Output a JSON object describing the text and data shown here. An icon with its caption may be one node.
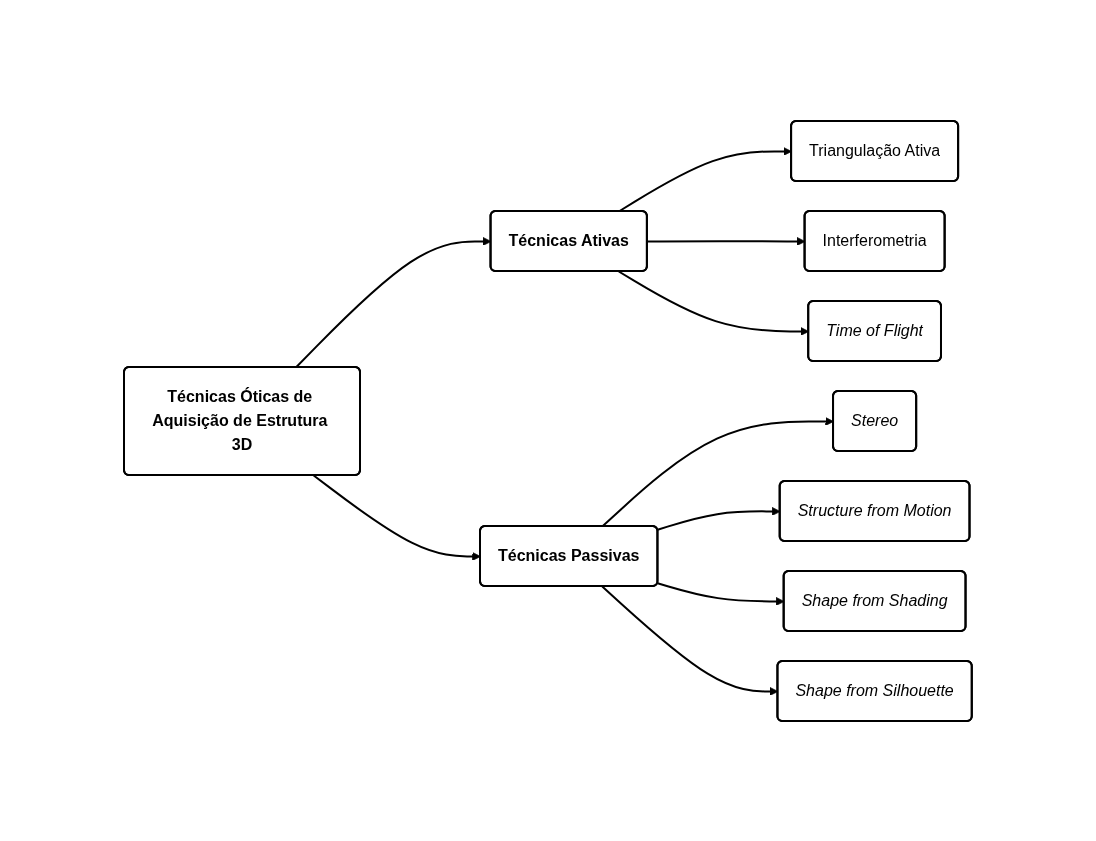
{
  "diagram": {
    "nodes": [
      {
        "text": [
          "Técnicas Óticas de Aquisição de Estrutura 3D"
        ]
      },
      {
        "text": [
          "Técnicas Ativas"
        ]
      },
      {
        "text": [
          "Técnicas Passivas"
        ]
      },
      {
        "text": [
          "Triangulação Ativa"
        ]
      },
      {
        "text": [
          "Interferometria"
        ]
      },
      {
        "text": [
          "Time of Flight"
        ]
      },
      {
        "text": [
          "Stereo"
        ]
      },
      {
        "text": [
          "Structure from Motion"
        ]
      },
      {
        "text": [
          "Shape from Shading"
        ]
      },
      {
        "text": [
          "Shape from Silhouette"
        ]
      }
    ],
    "edges": [
      {
        "from": 0,
        "to": 1,
        "arrow": "to"
      },
      {
        "from": 0,
        "to": 2,
        "arrow": "to"
      },
      {
        "from": 1,
        "to": 3,
        "arrow": "to"
      },
      {
        "from": 1,
        "to": 4,
        "arrow": "to"
      },
      {
        "from": 1,
        "to": 5,
        "arrow": "to"
      },
      {
        "from": 2,
        "to": 6,
        "arrow": "to"
      },
      {
        "from": 2,
        "to": 7,
        "arrow": "to"
      },
      {
        "from": 2,
        "to": 8,
        "arrow": "to"
      },
      {
        "from": 2,
        "to": 9,
        "arrow": "to"
      }
    ]
  }
}
